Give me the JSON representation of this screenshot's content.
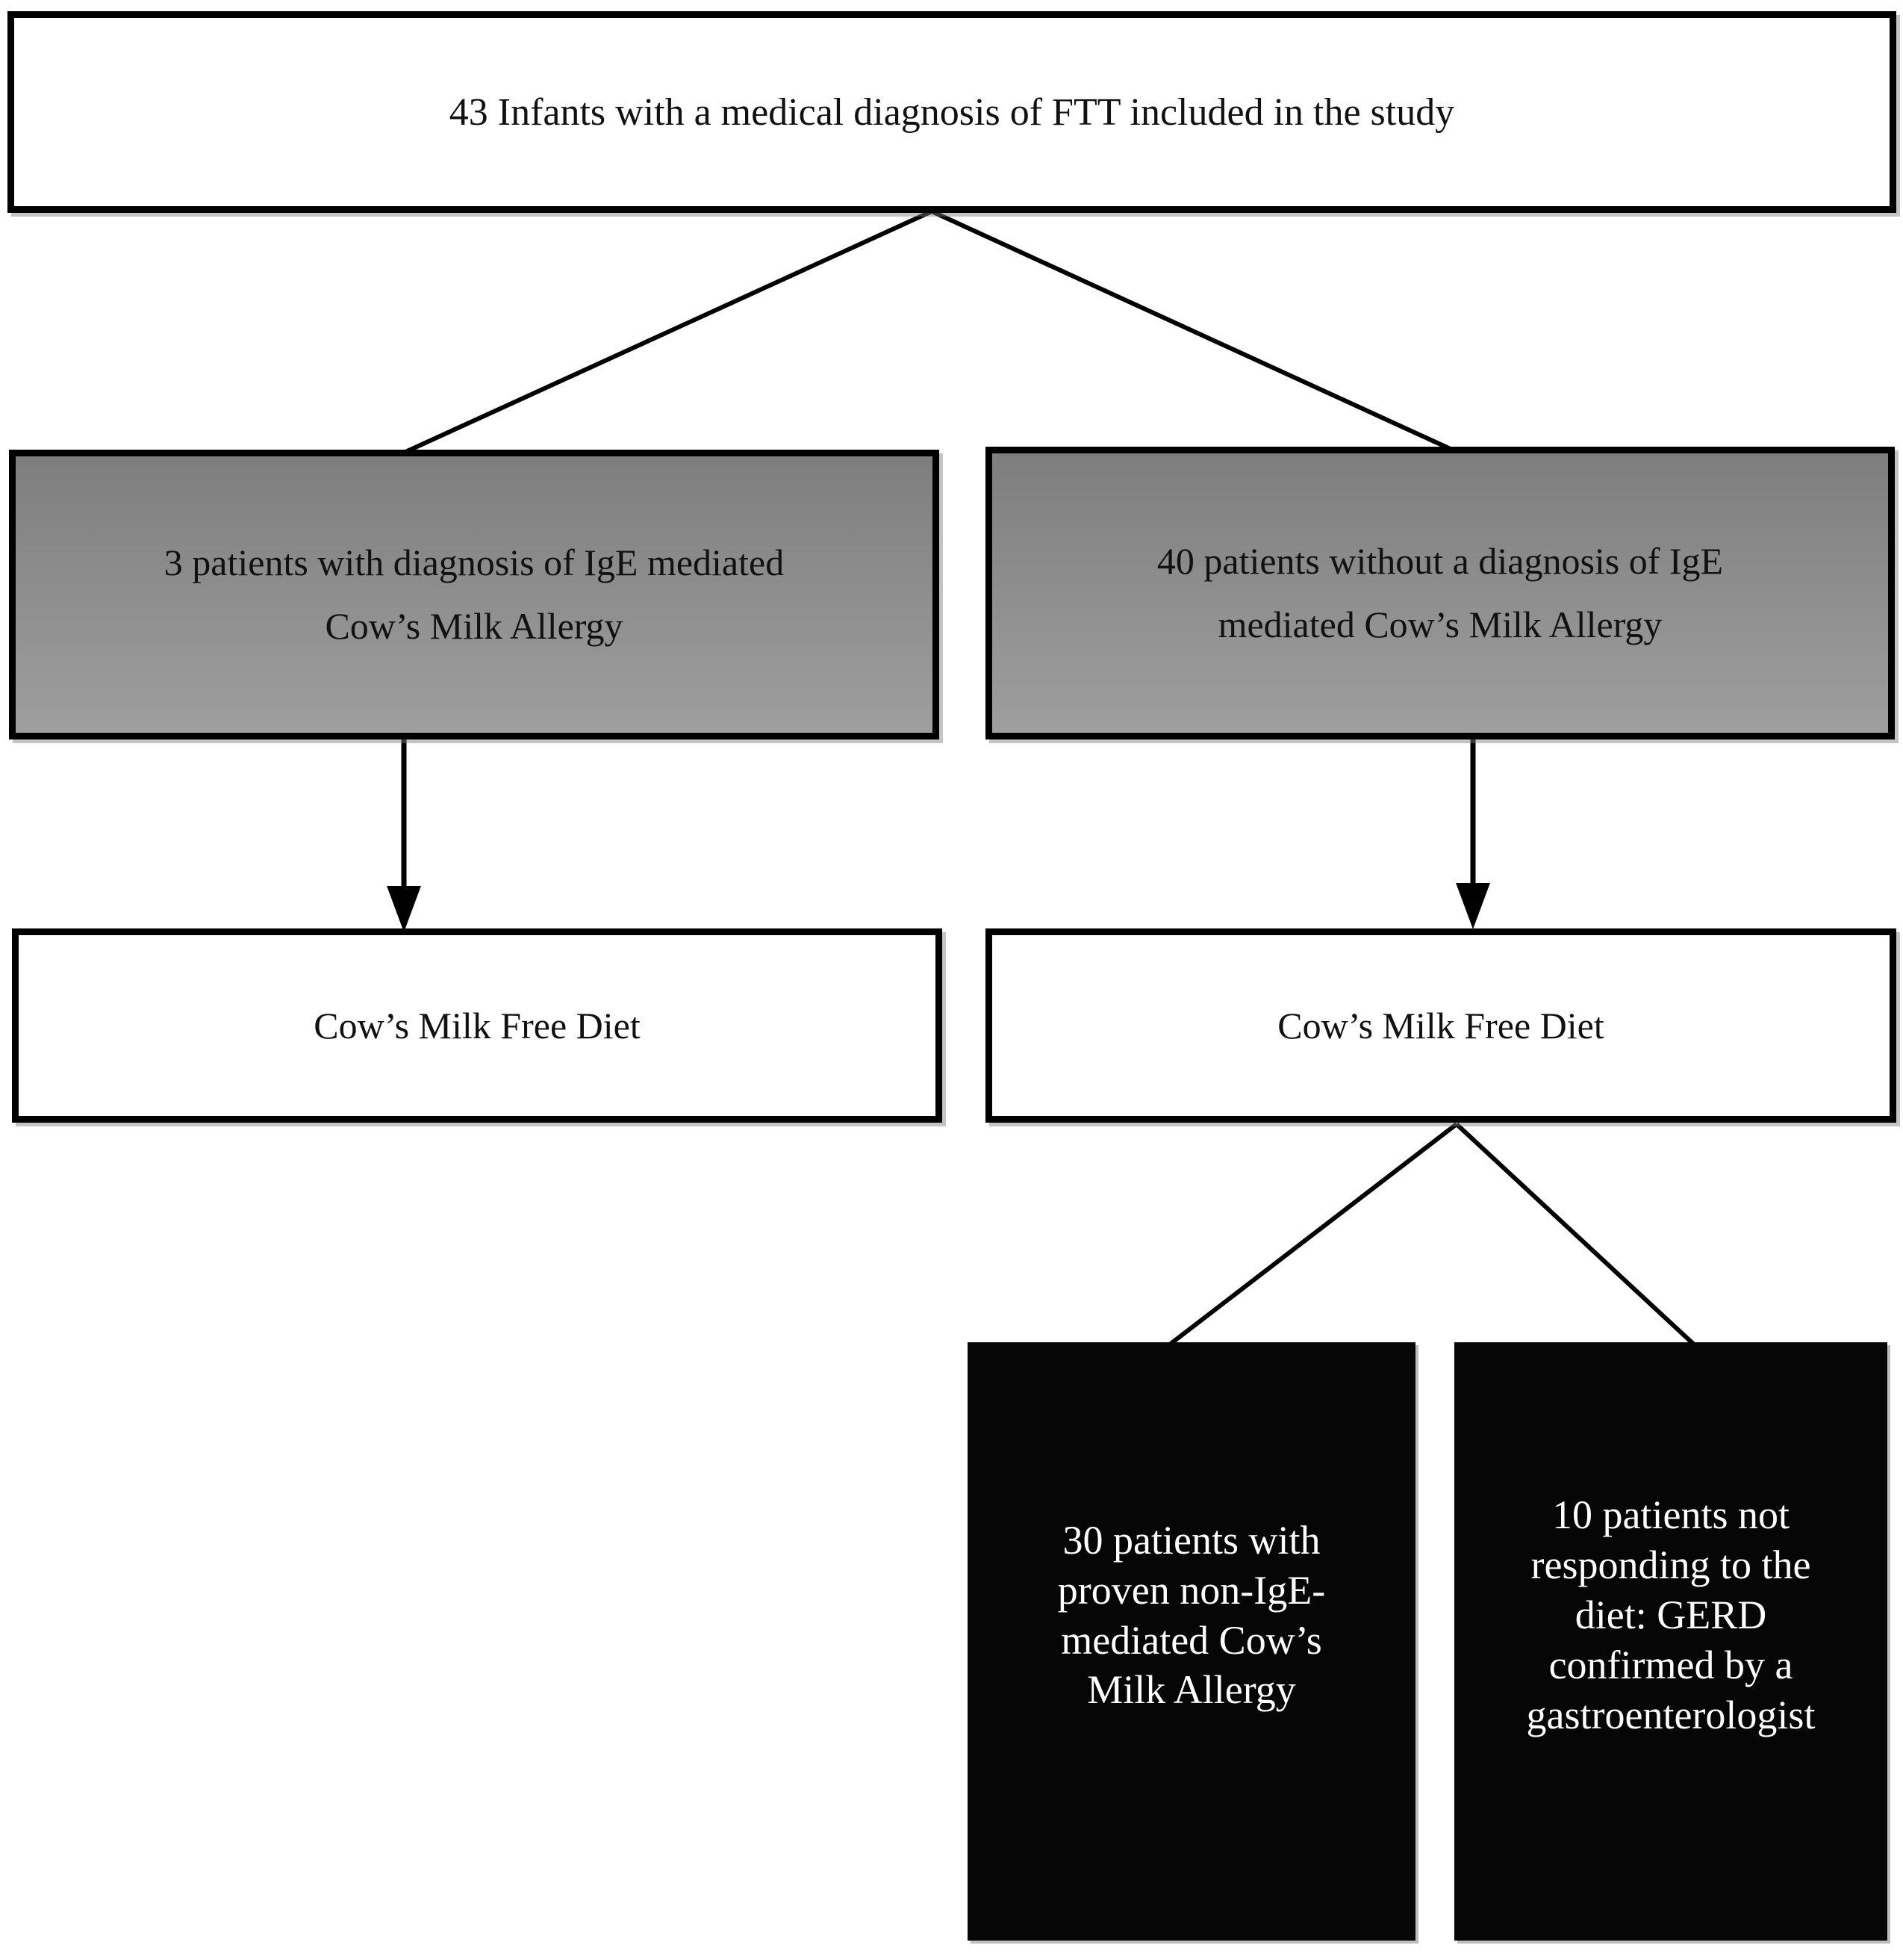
{
  "flowchart": {
    "nodes": {
      "included": {
        "lines": [
          "43 Infants with a medical diagnosis of FTT included in the study"
        ]
      },
      "ige_cma": {
        "lines": [
          "3 patients with diagnosis of IgE mediated",
          "Cow’s Milk Allergy"
        ]
      },
      "no_ige_cma": {
        "lines": [
          "40 patients without a diagnosis of IgE",
          "mediated Cow’s Milk Allergy"
        ]
      },
      "diet_left": {
        "lines": [
          "Cow’s Milk Free Diet"
        ]
      },
      "diet_right": {
        "lines": [
          "Cow’s Milk Free Diet"
        ]
      },
      "non_ige_cma": {
        "lines": [
          "30 patients with",
          "proven non-IgE-",
          "mediated Cow’s",
          "Milk Allergy"
        ]
      },
      "gerd": {
        "lines": [
          "10 patients not",
          "responding to the",
          "diet: GERD",
          "confirmed by a",
          "gastroenterologist"
        ]
      }
    },
    "colors": {
      "gray_fill_top": "#7e7e7e",
      "gray_fill_bottom": "#9e9e9e",
      "black_fill": "#060606",
      "border": "#000000",
      "line": "#000000",
      "text_dark": "#111111",
      "text_light": "#ffffff"
    }
  }
}
